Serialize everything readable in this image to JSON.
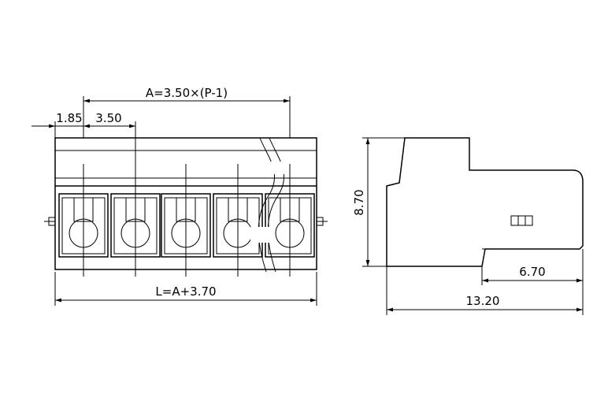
{
  "front_view": {
    "pitch_formula": "A=3.50×(P-1)",
    "edge_offset": "1.85",
    "pitch": "3.50",
    "length_formula": "L=A+3.70"
  },
  "side_view": {
    "height": "8.70",
    "lower_depth": "6.70",
    "total_depth": "13.20"
  }
}
